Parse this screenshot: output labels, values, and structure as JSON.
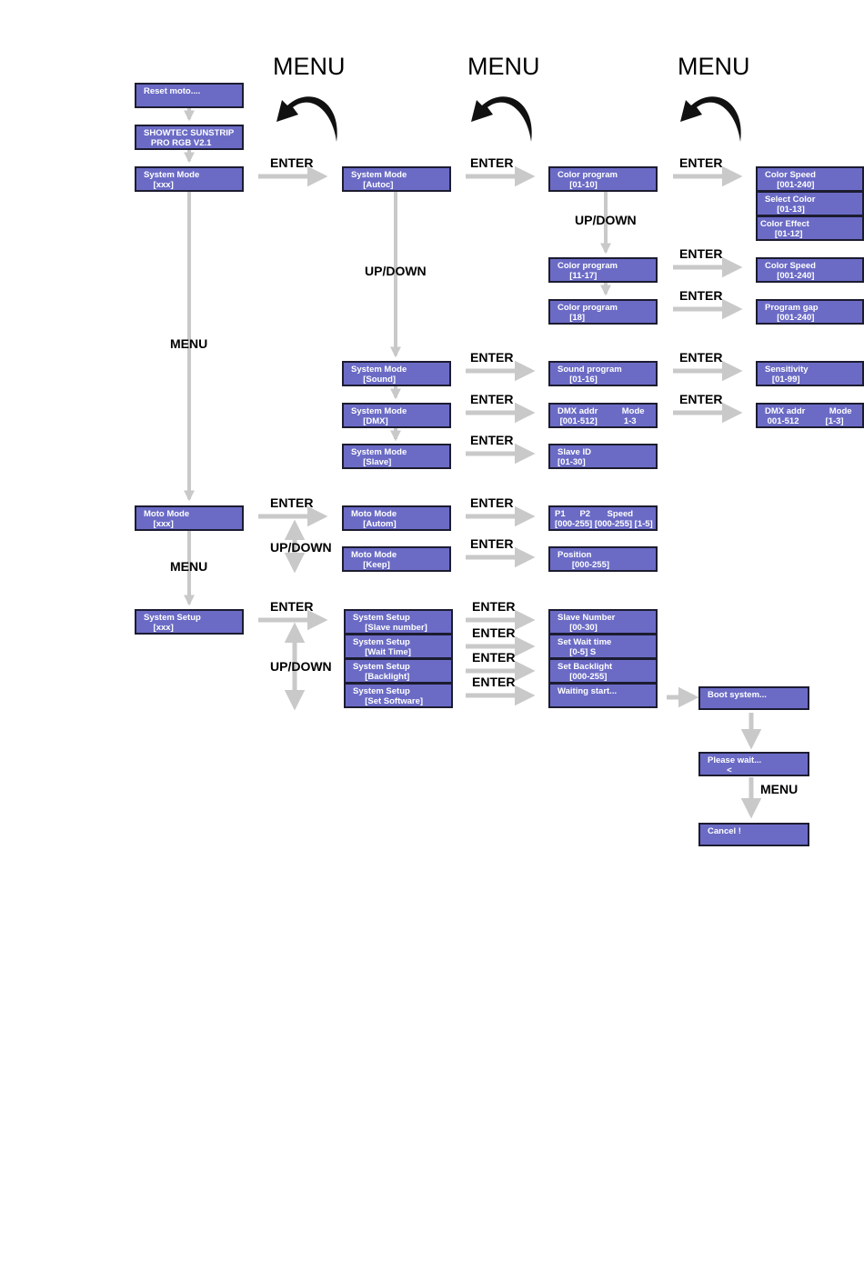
{
  "colors": {
    "box_fill": "#6b6bc6",
    "box_border": "#1c1c30",
    "arrow": "#c9c9c9",
    "curved_arrow": "#111111"
  },
  "headers": {
    "menu1": "MENU",
    "menu2": "MENU",
    "menu3": "MENU"
  },
  "labels": {
    "enter": "ENTER",
    "updown": "UP/DOWN",
    "menu": "MENU"
  },
  "boxes": {
    "reset": [
      "Reset moto....",
      ""
    ],
    "showtec": [
      "SHOWTEC SUNSTRIP",
      "   PRO RGB V2.1"
    ],
    "sysmode": [
      "System Mode",
      "    [xxx]"
    ],
    "motomode": [
      "Moto Mode",
      "    [xxx]"
    ],
    "syssetup": [
      "System Setup",
      "    [xxx]"
    ],
    "sm_autoc": [
      "System Mode",
      "     [Autoc]"
    ],
    "sm_sound": [
      "System Mode",
      "     [Sound]"
    ],
    "sm_dmx": [
      "System Mode",
      "     [DMX]"
    ],
    "sm_slave": [
      "System Mode",
      "     [Slave]"
    ],
    "mm_autom": [
      "Moto Mode",
      "     [Autom]"
    ],
    "mm_keep": [
      "Moto Mode",
      "     [Keep]"
    ],
    "ss_slave": [
      "System Setup",
      "     [Slave number]"
    ],
    "ss_wait": [
      "System Setup",
      "     [Wait Time]"
    ],
    "ss_back": [
      "System Setup",
      "     [Backlight]"
    ],
    "ss_soft": [
      "System Setup",
      "     [Set Software]"
    ],
    "cp1": [
      "Color program",
      "     [01-10]"
    ],
    "cp2": [
      "Color program",
      "     [11-17]"
    ],
    "cp3": [
      "Color program",
      "     [18]"
    ],
    "sound": [
      "Sound program",
      "     [01-16]"
    ],
    "dmx1": [
      "DMX addr          Mode",
      " [001-512]           1-3"
    ],
    "slaveid": [
      "Slave ID",
      "[01-30]"
    ],
    "p1p2": [
      "P1      P2       Speed",
      "[000-255] [000-255] [1-5]"
    ],
    "position": [
      "Position",
      "      [000-255]"
    ],
    "slavenum": [
      "Slave Number",
      "     [00-30]"
    ],
    "setwait": [
      "Set Wait time",
      "     [0-5] S"
    ],
    "setback": [
      "Set Backlight",
      "     [000-255]"
    ],
    "waiting": [
      "Waiting start...",
      ""
    ],
    "cspeed1": [
      "Color Speed",
      "     [001-240]"
    ],
    "selcolor": [
      "Select Color",
      "     [01-13]"
    ],
    "ceffect": [
      "Color Effect",
      "      [01-12]"
    ],
    "cspeed2": [
      "Color Speed",
      "     [001-240]"
    ],
    "proggap": [
      "Program gap",
      "     [001-240]"
    ],
    "sens": [
      "Sensitivity",
      "   [01-99]"
    ],
    "dmx2": [
      "DMX addr          Mode",
      " 001-512           [1-3]"
    ],
    "boot": [
      "Boot system...",
      ""
    ],
    "pleasewait": [
      "Please wait...",
      "        <"
    ],
    "cancel": [
      "Cancel !",
      ""
    ]
  }
}
